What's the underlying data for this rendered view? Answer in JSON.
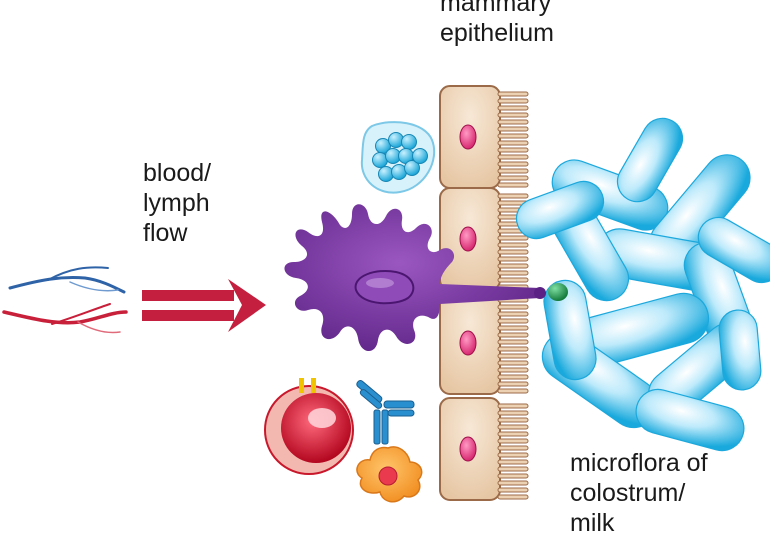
{
  "labels": {
    "epithelium": [
      "mammary",
      "epithelium"
    ],
    "blood": [
      "blood/",
      "lymph",
      "flow"
    ],
    "microflora": [
      "microflora of",
      "colostrum/",
      "milk"
    ]
  },
  "icons": [
    "blood-vessels-icon",
    "flow-arrow-icon",
    "dendritic-cell-icon",
    "epithelial-cell-icon",
    "bacteria-cluster-icon",
    "lymphocyte-icon",
    "antibody-icon",
    "macrophage-icon",
    "microbe-icon",
    "antigen-icon"
  ],
  "colors": {
    "vessel_vein": "#2f63a8",
    "vessel_artery": "#c8203a",
    "arrow": "#c41f3e",
    "cell_fill": "#f0d9c0",
    "cell_stroke": "#9b6a48",
    "nucleus": "#e0357a",
    "dendritic": "#6a2d8f",
    "bacteria": "#1fb2e0",
    "lymphocyte": "#c9182c",
    "antibody": "#2a8fcf",
    "macrophage": "#f39a2a",
    "antigen": "#1f8a4a"
  }
}
